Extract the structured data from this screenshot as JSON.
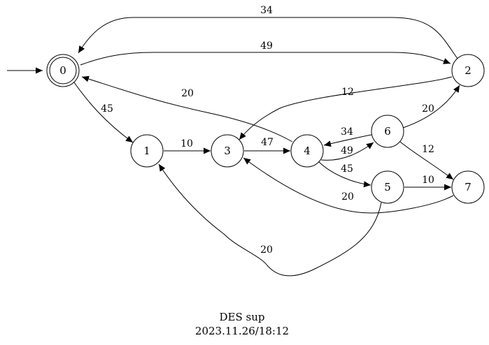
{
  "diagram": {
    "caption_title": "DES sup",
    "caption_timestamp": "2023.11.26/18:12",
    "initial_state": "0",
    "states": [
      {
        "id": "0",
        "label": "0",
        "marked": true
      },
      {
        "id": "1",
        "label": "1",
        "marked": false
      },
      {
        "id": "2",
        "label": "2",
        "marked": false
      },
      {
        "id": "3",
        "label": "3",
        "marked": false
      },
      {
        "id": "4",
        "label": "4",
        "marked": false
      },
      {
        "id": "5",
        "label": "5",
        "marked": false
      },
      {
        "id": "6",
        "label": "6",
        "marked": false
      },
      {
        "id": "7",
        "label": "7",
        "marked": false
      }
    ],
    "transitions": [
      {
        "from": "2",
        "to": "0",
        "label": "34"
      },
      {
        "from": "0",
        "to": "2",
        "label": "49"
      },
      {
        "from": "4",
        "to": "0",
        "label": "20"
      },
      {
        "from": "0",
        "to": "1",
        "label": "45"
      },
      {
        "from": "2",
        "to": "3",
        "label": "12"
      },
      {
        "from": "6",
        "to": "2",
        "label": "20"
      },
      {
        "from": "1",
        "to": "3",
        "label": "10"
      },
      {
        "from": "3",
        "to": "4",
        "label": "47"
      },
      {
        "from": "6",
        "to": "4",
        "label": "34"
      },
      {
        "from": "4",
        "to": "6",
        "label": "49"
      },
      {
        "from": "6",
        "to": "7",
        "label": "12"
      },
      {
        "from": "4",
        "to": "5",
        "label": "45"
      },
      {
        "from": "5",
        "to": "7",
        "label": "10"
      },
      {
        "from": "7",
        "to": "3",
        "label": "20"
      },
      {
        "from": "5",
        "to": "1",
        "label": "20"
      }
    ]
  }
}
